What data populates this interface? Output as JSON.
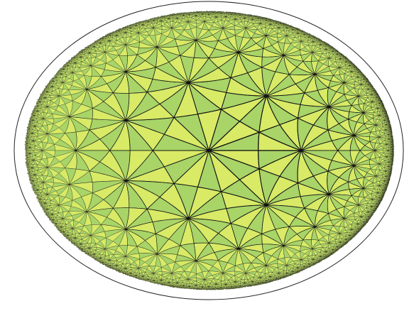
{
  "diagram": {
    "kind": "hyperbolic-triangle-tiling",
    "projection": "poincare-disk",
    "symmetry": [
      2,
      3,
      7
    ],
    "outline_visible": true
  },
  "colors": {
    "background": "#ffffff",
    "tile_dark": "#a8d468",
    "tile_light": "#d8ea66",
    "edge": "#111111",
    "disk_outline": "#222222"
  }
}
